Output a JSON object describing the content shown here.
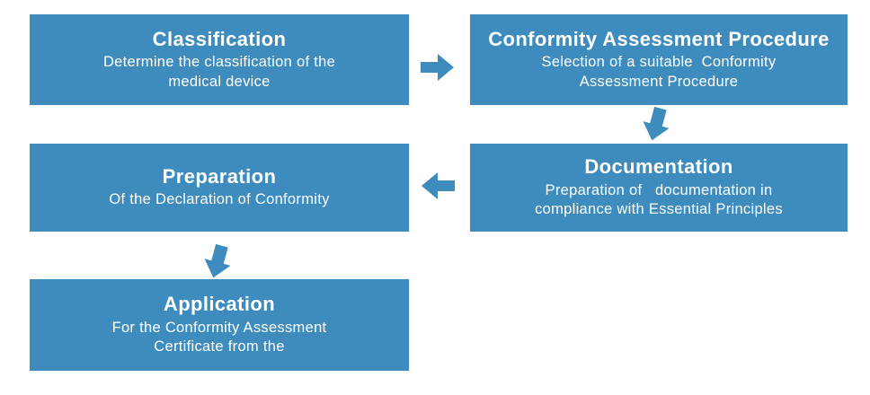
{
  "diagram": {
    "background_color": "#ffffff",
    "box_color": "#3E8CBE",
    "text_color": "#ffffff",
    "boxes": [
      {
        "id": "classification",
        "title": "Classification",
        "subtitle": "Determine the classification of the\nmedical device"
      },
      {
        "id": "conformity-assessment-procedure",
        "title": "Conformity Assessment Procedure",
        "subtitle": "Selection of a suitable  Conformity\nAssessment Procedure"
      },
      {
        "id": "preparation",
        "title": "Preparation",
        "subtitle": "Of the Declaration of Conformity"
      },
      {
        "id": "documentation",
        "title": "Documentation",
        "subtitle": "Preparation of   documentation in\ncompliance with Essential Principles"
      },
      {
        "id": "application",
        "title": "Application",
        "subtitle": "For the Conformity Assessment\nCertificate from the"
      }
    ],
    "arrows": [
      {
        "from": "classification",
        "to": "conformity-assessment-procedure",
        "direction": "right"
      },
      {
        "from": "conformity-assessment-procedure",
        "to": "documentation",
        "direction": "down"
      },
      {
        "from": "documentation",
        "to": "preparation",
        "direction": "left"
      },
      {
        "from": "preparation",
        "to": "application",
        "direction": "down"
      }
    ]
  }
}
